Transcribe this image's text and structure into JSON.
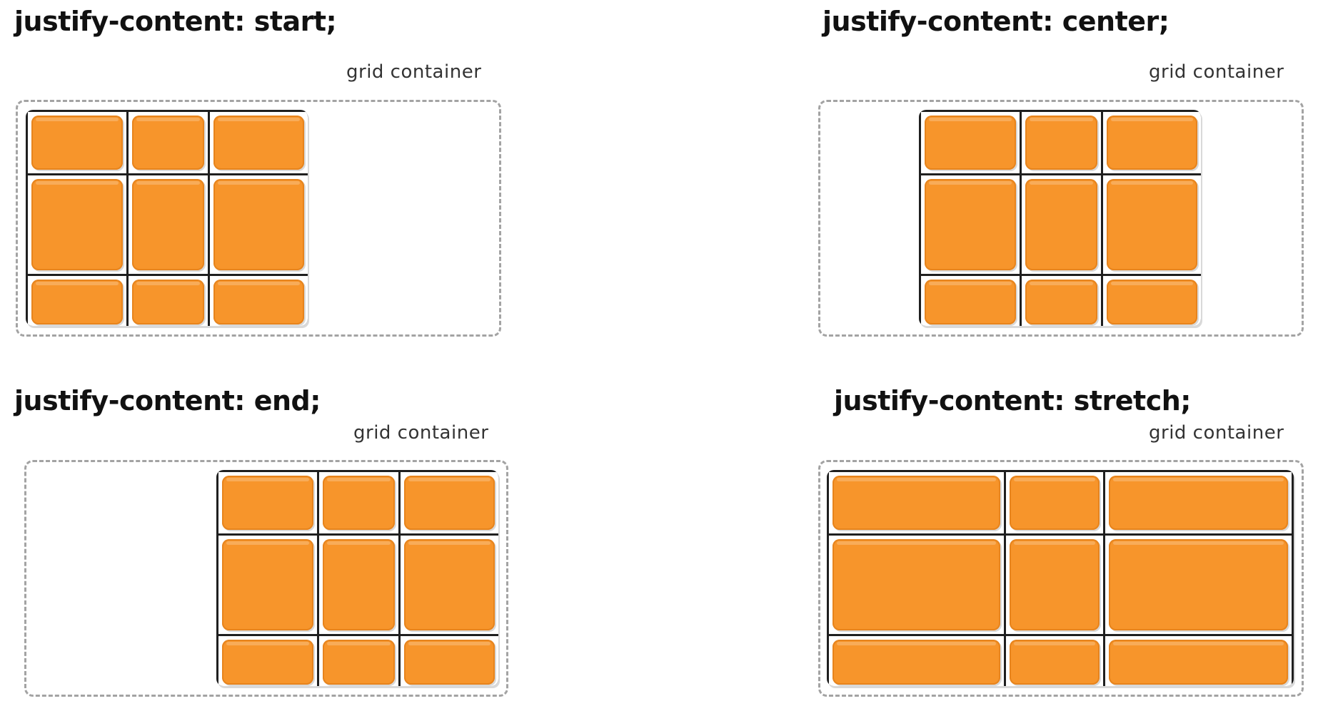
{
  "panels": {
    "start": {
      "title": "justify-content: start;",
      "caption": "grid container",
      "item_color": "#f7952b"
    },
    "center": {
      "title": "justify-content: center;",
      "caption": "grid container",
      "item_color": "#f7952b"
    },
    "end": {
      "title": "justify-content: end;",
      "caption": "grid container",
      "item_color": "#f7952b"
    },
    "stretch": {
      "title": "justify-content: stretch;",
      "caption": "grid container",
      "item_color": "#f7952b"
    }
  },
  "grid_items_per_panel": 9
}
